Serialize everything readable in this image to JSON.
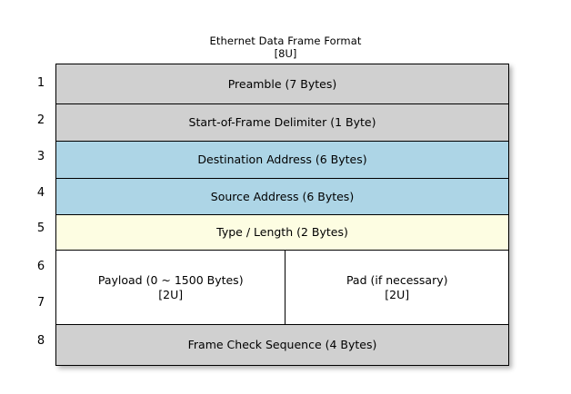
{
  "title": {
    "main": "Ethernet Data Frame Format",
    "sub": "[8U]"
  },
  "row_numbers": [
    "1",
    "2",
    "3",
    "4",
    "5",
    "6",
    "7",
    "8"
  ],
  "colors": {
    "gray": "#d0d0d0",
    "blue": "#add5e6",
    "yellow": "#fdfde2",
    "white": "#ffffff",
    "border": "#000000",
    "background": "#ffffff"
  },
  "rows": [
    {
      "number": "1",
      "label": "Preamble (7 Bytes)",
      "color": "gray"
    },
    {
      "number": "2",
      "label": "Start-of-Frame Delimiter (1 Byte)",
      "color": "gray"
    },
    {
      "number": "3",
      "label": "Destination Address (6 Bytes)",
      "color": "blue"
    },
    {
      "number": "4",
      "label": "Source Address (6 Bytes)",
      "color": "blue"
    },
    {
      "number": "5",
      "label": "Type / Length (2 Bytes)",
      "color": "yellow"
    },
    {
      "number": "6-7",
      "color": "white",
      "split": true,
      "left": {
        "line1": "Payload (0 ~ 1500 Bytes)",
        "line2": "[2U]"
      },
      "right": {
        "line1": "Pad (if necessary)",
        "line2": "[2U]"
      }
    },
    {
      "number": "8",
      "label": "Frame Check Sequence (4 Bytes)",
      "color": "gray"
    }
  ]
}
